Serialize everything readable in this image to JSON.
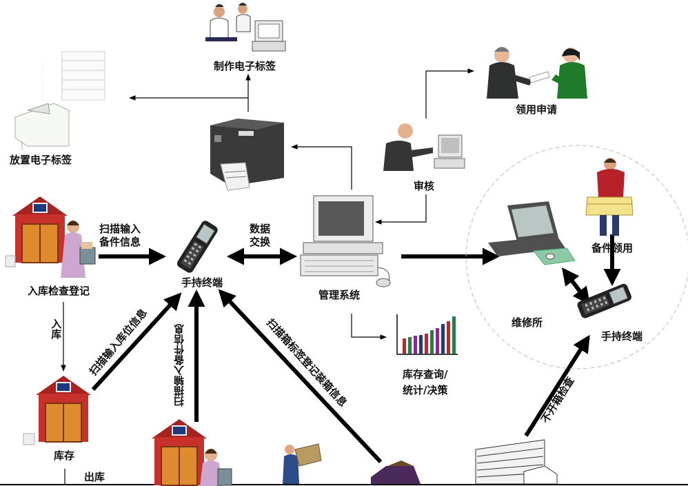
{
  "nodes": {
    "make_tag": "制作电子标签",
    "place_tag": "放置电子标签",
    "apply": "领用申请",
    "review": "审核",
    "inbound_check": "入库检查登记",
    "handheld_1": "手持终端",
    "mgmt_system": "管理系统",
    "repair_shop": "维修所",
    "parts_use": "备件领用",
    "handheld_2": "手持终端",
    "storage": "库存",
    "inventory_query_1": "库存查询/",
    "inventory_query_2": "统计/决策"
  },
  "edges": {
    "scan_input_1": "扫描输入",
    "scan_input_2": "备件信息",
    "data_1": "数据",
    "data_2": "交换",
    "inbound": "入库",
    "scan_loc": "扫描输入库位信息",
    "scan_parts": "扫描输入备件信息",
    "scan_box": "扫描箱标签登记装箱信息",
    "no_open": "不开箱检查",
    "outbound": "出库"
  },
  "colors": {
    "line": "#000000",
    "barn_red": "#c0282a",
    "barn_door": "#d97a2a",
    "screen": "#5a5a5a"
  }
}
